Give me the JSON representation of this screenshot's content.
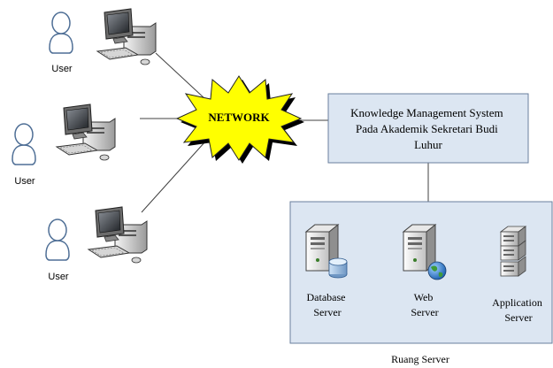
{
  "diagram": {
    "network_label": "NETWORK",
    "clients": [
      {
        "label": "User"
      },
      {
        "label": "User"
      },
      {
        "label": "User"
      }
    ],
    "kms_box": {
      "lines": [
        "Knowledge Management System",
        "Pada Akademik Sekretari Budi",
        "Luhur"
      ]
    },
    "server_room": {
      "label": "Ruang Server",
      "servers": [
        {
          "lines": [
            "Database",
            "Server"
          ],
          "icon": "database-server-icon"
        },
        {
          "lines": [
            "Web",
            "Server"
          ],
          "icon": "web-server-icon"
        },
        {
          "lines": [
            "Application",
            "Server"
          ],
          "icon": "application-server-icon"
        }
      ]
    },
    "colors": {
      "network_fill": "#ffff00",
      "box_fill": "#dce6f2",
      "box_stroke": "#6a7f9d",
      "line": "#404040"
    }
  }
}
